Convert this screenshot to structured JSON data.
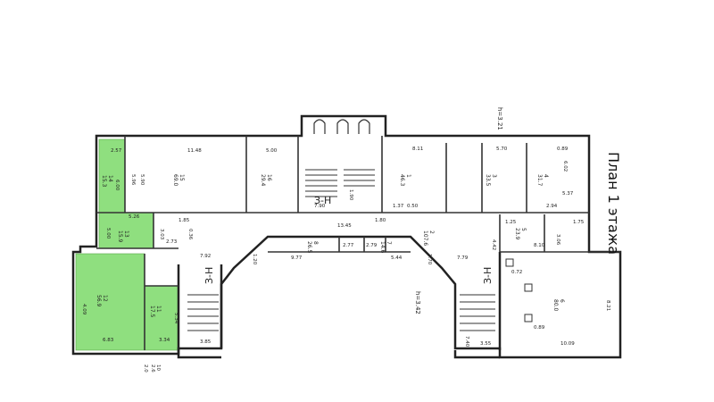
{
  "plan": {
    "title": "План 1 этажа",
    "stair_labels": [
      "З-Н",
      "З-Н",
      "З-Н"
    ],
    "height_labels": [
      "h=3.21",
      "h=3.42"
    ],
    "rooms": [
      {
        "number": "14",
        "area": "15.3",
        "highlighted": true
      },
      {
        "number": "13",
        "area": "15.9",
        "highlighted": true
      },
      {
        "number": "12",
        "area": "56.9",
        "highlighted": true
      },
      {
        "number": "11",
        "area": "17.5",
        "highlighted": true
      },
      {
        "number": "15",
        "area": "69.0",
        "highlighted": false
      },
      {
        "number": "16",
        "area": "29.4",
        "highlighted": false
      },
      {
        "number": "1",
        "area": "46.3",
        "highlighted": false
      },
      {
        "number": "3",
        "area": "33.5",
        "highlighted": false
      },
      {
        "number": "4",
        "area": "31.7",
        "highlighted": false
      },
      {
        "number": "5",
        "area": "23.9",
        "highlighted": false
      },
      {
        "number": "6",
        "area": "80.0",
        "highlighted": false
      },
      {
        "number": "8",
        "area": "26.5",
        "highlighted": false
      },
      {
        "number": "7",
        "area": "14.6",
        "highlighted": false
      },
      {
        "number": "2",
        "area": "107.6",
        "highlighted": false
      }
    ],
    "dimensions": [
      "11.48",
      "5.00",
      "8.11",
      "5.70",
      "0.89",
      "2.57",
      "5.96",
      "5.90",
      "6.00",
      "5.26",
      "5.00",
      "3.03",
      "0.36",
      "1.85",
      "13.45",
      "1.80",
      "4.42",
      "1.25",
      "8.10",
      "5.37",
      "6.02",
      "2.94",
      "1.75",
      "3.06",
      "2.73",
      "7.92",
      "1.20",
      "9.77",
      "2.77",
      "2.79",
      "5.44",
      "1.70",
      "7.79",
      "0.72",
      "3.85",
      "3.55",
      "10.09",
      "6.83",
      "5.34",
      "3.34",
      "8.21",
      "0.89",
      "7.40",
      "2.0",
      "2.6",
      "10",
      "1.90",
      "7.90",
      "1.37",
      "0.50",
      "4.09"
    ],
    "highlight_color": "#8fdf7f",
    "line_color": "#222222"
  }
}
